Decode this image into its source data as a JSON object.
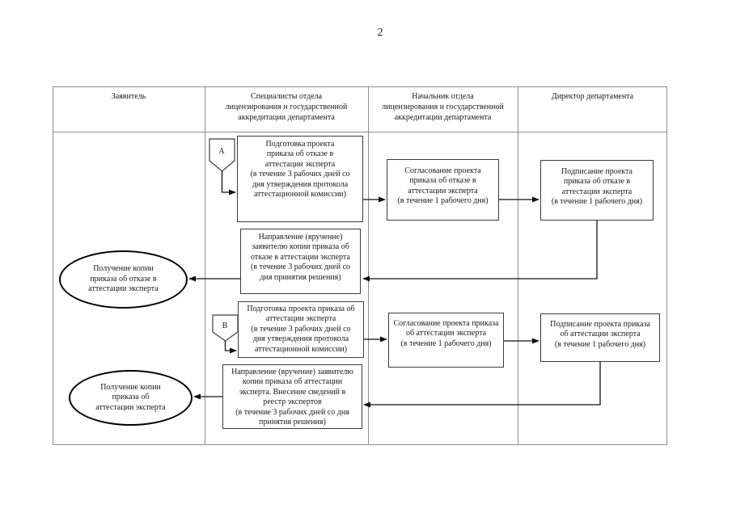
{
  "page": {
    "number": "2"
  },
  "table": {
    "headers": [
      "Заявитель",
      "Специалисты отдела\nлицензирования и государственной\nаккредитации департамента",
      "Начальник отдела\nлицензирования и государственной\nаккредитации департамента",
      "Директор департамента"
    ]
  },
  "flow_refusal": {
    "connector_label": "А",
    "prepare": "Подготовка проекта\nприказа  об отказе  в\nаттестации эксперта\n(в течение 3 рабочих дней со\nдня утверждения протокола\nаттестационной комиссии)",
    "approve": "Согласование проекта\nприказа об отказе  в\nаттестации эксперта\n(в течение 1 рабочего дня)",
    "sign": "Подписание проекта\nприказа об отказе  в\nаттестации эксперта\n(в течение 1 рабочего дня)",
    "send": "Направление (вручение)\nзаявителю копии приказа об\nотказе  в аттестации эксперта\n(в течение 3 рабочих дней со\nдня принятия решения)",
    "receive": "Получение копии\nприказа об отказе  в\nаттестации эксперта"
  },
  "flow_attestation": {
    "connector_label": "В",
    "prepare": "Подготовка проекта приказа об\nаттестации эксперта\n(в течение 3 рабочих дней со\nдня утверждения протокола\nаттестационной комиссии)",
    "approve": "Согласование проекта приказа\nоб аттестации эксперта\n(в течение 1 рабочего дня)",
    "sign": "Подписание проекта приказа\nоб аттестации эксперта\n(в течение 1 рабочего дня)",
    "send": "Направление (вручение) заявителю\nкопии приказа об аттестации\nэксперта. Внесение сведений в\nреестр экспертов\n(в течение 3 рабочих дней со дня\nпринятия решения)",
    "receive": "Получение копии\nприказа об\nаттестации эксперта"
  }
}
